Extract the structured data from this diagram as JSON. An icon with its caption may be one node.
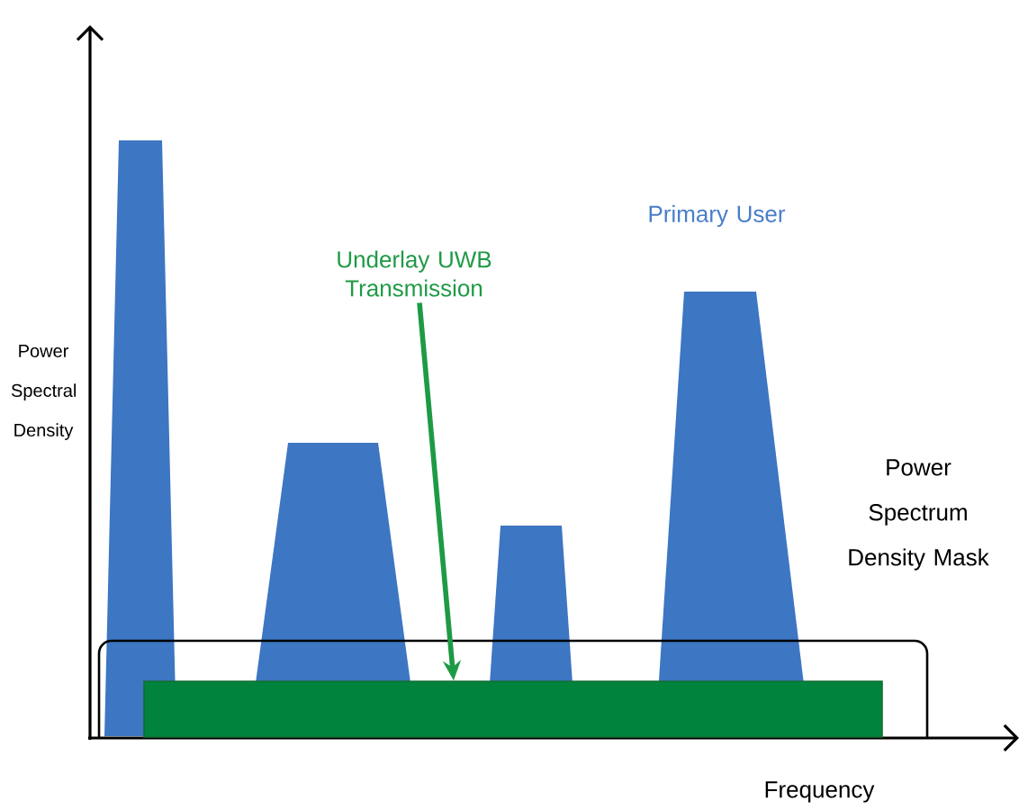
{
  "diagram": {
    "nodes": [
      {
        "text": [
          "Underlay UWB Transmission"
        ]
      },
      {
        "text": [],
        "shape": "bar"
      }
    ],
    "edges": [
      {
        "from": 0,
        "to": 1,
        "arrow": "to",
        "color": "#1e9a45"
      }
    ],
    "labels": [
      "Primary User",
      "Power Spectral Density",
      "Power Spectrum Density Mask",
      "Frequency"
    ]
  }
}
